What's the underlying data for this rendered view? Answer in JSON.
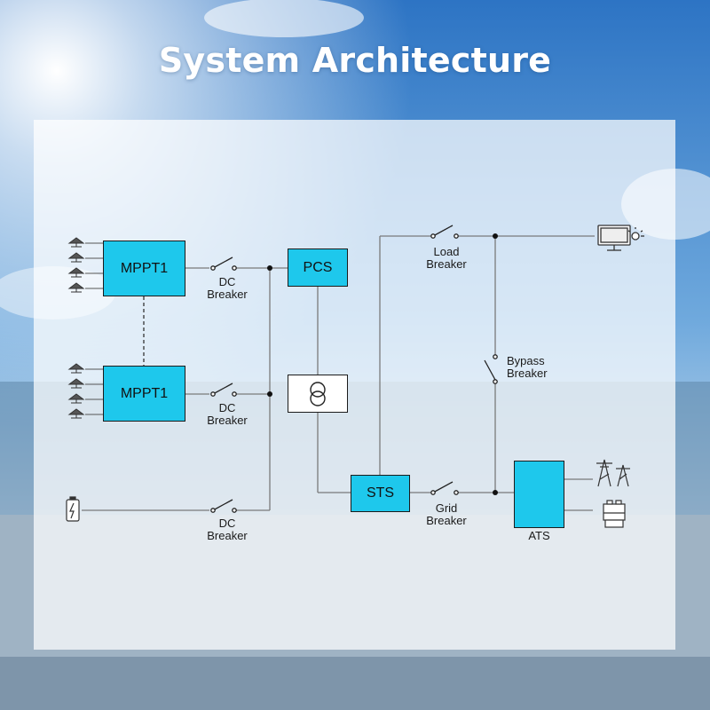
{
  "page_title": "System Architecture",
  "colors": {
    "box_fill": "#1ec8ec",
    "line": "#7a7a7a",
    "text": "#1a1a1a",
    "sky": "#2f7fd0"
  },
  "nodes": {
    "mppt_top": "MPPT1",
    "mppt_bottom": "MPPT1",
    "pcs": "PCS",
    "sts": "STS",
    "ats": "ATS"
  },
  "breakers": {
    "dc_top": [
      "DC",
      "Breaker"
    ],
    "dc_middle": [
      "DC",
      "Breaker"
    ],
    "dc_bottom": [
      "DC",
      "Breaker"
    ],
    "load": [
      "Load",
      "Breaker"
    ],
    "bypass": [
      "Bypass",
      "Breaker"
    ],
    "grid": [
      "Grid",
      "Breaker"
    ]
  },
  "icons": [
    "solar-panel-icon",
    "battery-icon",
    "monitor-load-icon",
    "transformer-icon",
    "power-tower-icon",
    "generator-icon"
  ]
}
